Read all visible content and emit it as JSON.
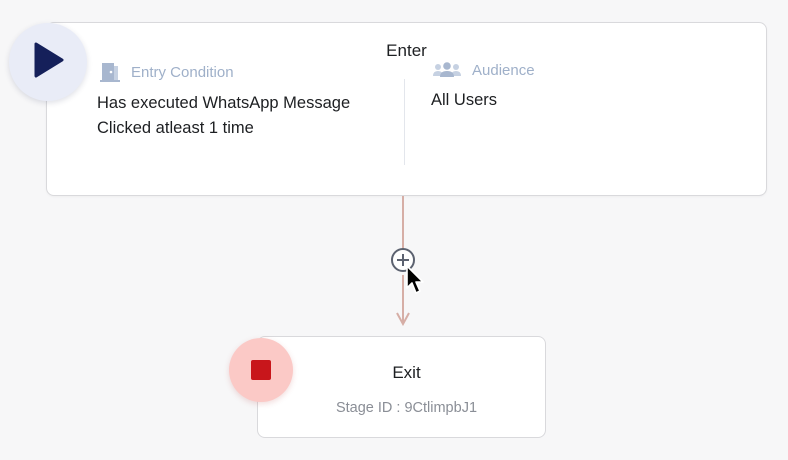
{
  "enter_node": {
    "title": "Enter",
    "entry_condition": {
      "label": "Entry Condition",
      "icon": "door-icon",
      "text": "Has executed WhatsApp Message Clicked atleast 1 time"
    },
    "audience": {
      "label": "Audience",
      "icon": "users-icon",
      "text": "All Users"
    },
    "play_icon": "play-icon"
  },
  "connector": {
    "add_icon": "plus-circle-icon"
  },
  "exit_node": {
    "title": "Exit",
    "stage_id": "Stage ID : 9CtlimpbJ1",
    "stop_icon": "stop-icon"
  },
  "colors": {
    "play_bg": "#e9ecf7",
    "play_fg": "#15205a",
    "stop_bg": "#fbc9c6",
    "stop_fg": "#c8161b",
    "connector": "#d6aea6",
    "label_muted": "#9fb0c9"
  }
}
